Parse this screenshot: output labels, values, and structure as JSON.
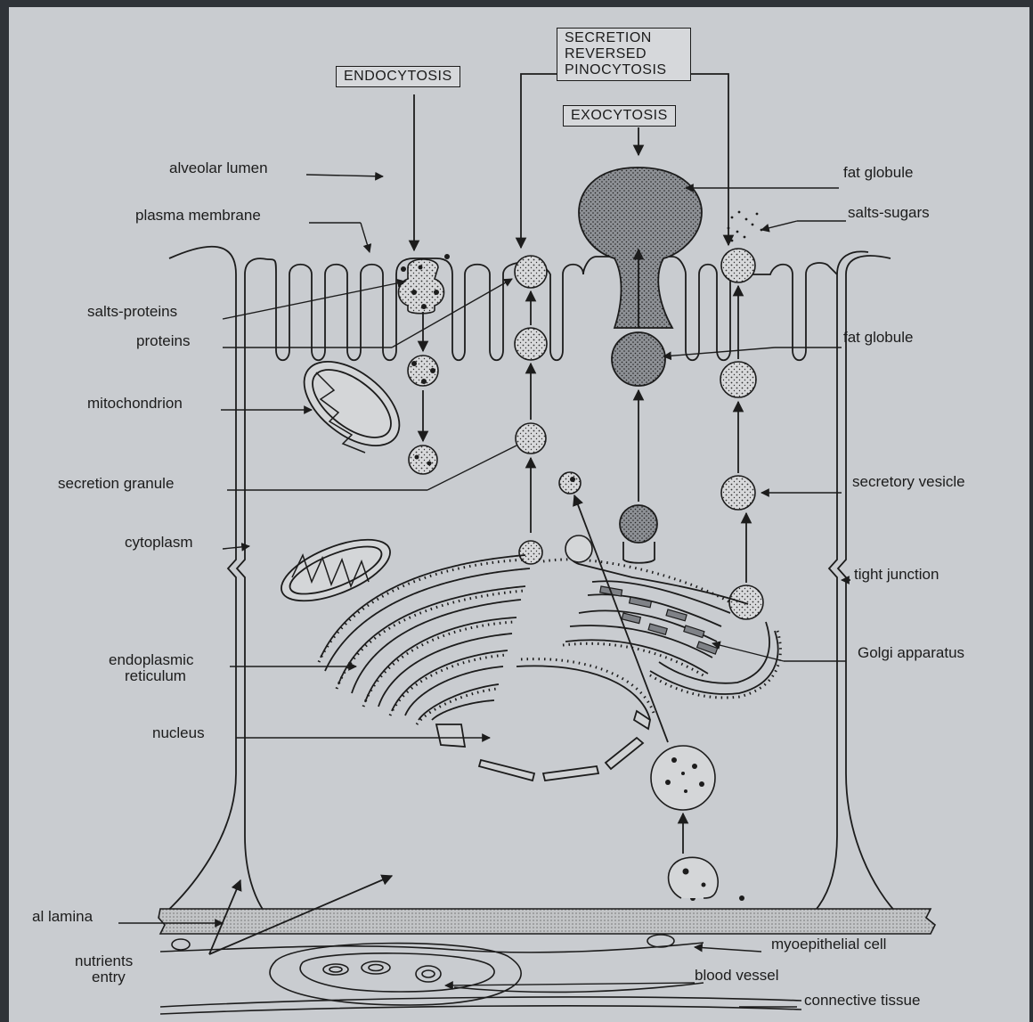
{
  "boxes": {
    "endocytosis": "ENDOCYTOSIS",
    "secretion_lines": [
      "SECRETION",
      "REVERSED",
      "PINOCYTOSIS"
    ],
    "exocytosis": "EXOCYTOSIS"
  },
  "labels_left": {
    "alveolar_lumen": "alveolar lumen",
    "plasma_membrane": "plasma membrane",
    "salts_proteins": "salts-proteins",
    "proteins": "proteins",
    "mitochondrion": "mitochondrion",
    "secretion_granule": "secretion granule",
    "cytoplasm": "cytoplasm",
    "endoplasmic_reticulum_1": "endoplasmic",
    "endoplasmic_reticulum_2": "reticulum",
    "nucleus": "nucleus",
    "basal_lamina": "al lamina",
    "nutrients_entry_1": "nutrients",
    "nutrients_entry_2": "entry"
  },
  "labels_right": {
    "fat_globule_top": "fat globule",
    "salts_sugars": "salts-sugars",
    "fat_globule_mid": "fat globule",
    "secretory_vesicle": "secretory vesicle",
    "tight_junction": "tight junction",
    "golgi_apparatus": "Golgi  apparatus",
    "myoepithelial_cell": "myoepithelial cell",
    "blood_vessel": "blood vessel",
    "connective_tissue": "connective tissue"
  }
}
